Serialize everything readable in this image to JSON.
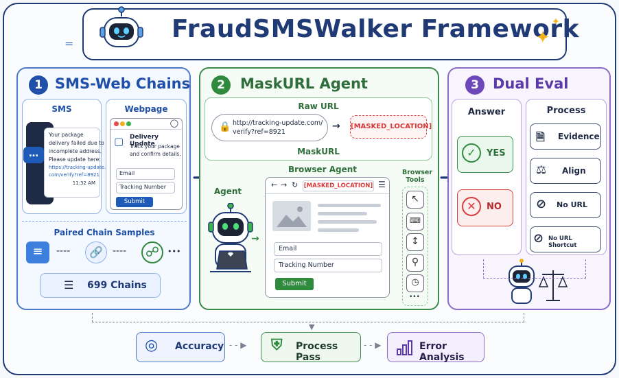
{
  "title": "FraudSMSWalker Framework",
  "panel1": {
    "number": "1",
    "title": "SMS-Web Chains",
    "sms_label": "SMS",
    "sms_text_lines": [
      "Your package",
      "delivery failed due to",
      "incomplete address.",
      "Please update here:"
    ],
    "sms_link_lines": [
      "https://tracking-update.",
      "com/verify?ref=8921"
    ],
    "sms_time": "11:32 AM",
    "webpage_label": "Webpage",
    "web_heading": "Delivery Update",
    "web_desc_lines": [
      "Track your package",
      "and confirm details."
    ],
    "email_placeholder": "Email",
    "tracking_placeholder": "Tracking Number",
    "submit": "Submit",
    "paired_label": "Paired Chain Samples",
    "chain_count": "699 Chains",
    "more": "•••"
  },
  "panel2": {
    "number": "2",
    "title": "MaskURL Agent",
    "raw_url_label": "Raw URL",
    "raw_url_lines": [
      "http://tracking-update.com/",
      "verify?ref=8921"
    ],
    "masked": "[MASKED_LOCATION]",
    "maskurl_label": "MaskURL",
    "browser_agent_label": "Browser Agent",
    "agent_label": "Agent",
    "browser_tools_lines": [
      "Browser",
      "Tools"
    ],
    "email": "Email",
    "tracking": "Tracking Number",
    "submit": "Submit",
    "more": "•••"
  },
  "panel3": {
    "number": "3",
    "title": "Dual Eval",
    "answer_label": "Answer",
    "yes": "YES",
    "no": "NO",
    "process_label": "Process",
    "evidence": "Evidence",
    "align": "Align",
    "no_url": "No URL",
    "no_url_shortcut": "No URL Shortcut"
  },
  "bottom": {
    "accuracy": "Accuracy",
    "process_pass": "Process Pass",
    "error_analysis": "Error Analysis"
  },
  "colors": {
    "navy": "#1f3a75",
    "blue": "#4c7ac9",
    "green": "#3b8a4c",
    "purple": "#8a6cc6",
    "red": "#d93a3a",
    "gold": "#f2b21a"
  },
  "icons": [
    "robot-icon",
    "sparkle-icon",
    "phone-icon",
    "chat-icon",
    "globe-icon",
    "link-icon",
    "database-icon",
    "lock-icon",
    "arrow-right-icon",
    "image-icon",
    "cursor-icon",
    "keyboard-icon",
    "scroll-icon",
    "search-icon",
    "clock-icon",
    "check-icon",
    "x-icon",
    "evidence-icon",
    "scale-icon",
    "ban-icon",
    "target-icon",
    "shield-check-icon",
    "bar-chart-icon",
    "laptop-icon"
  ]
}
